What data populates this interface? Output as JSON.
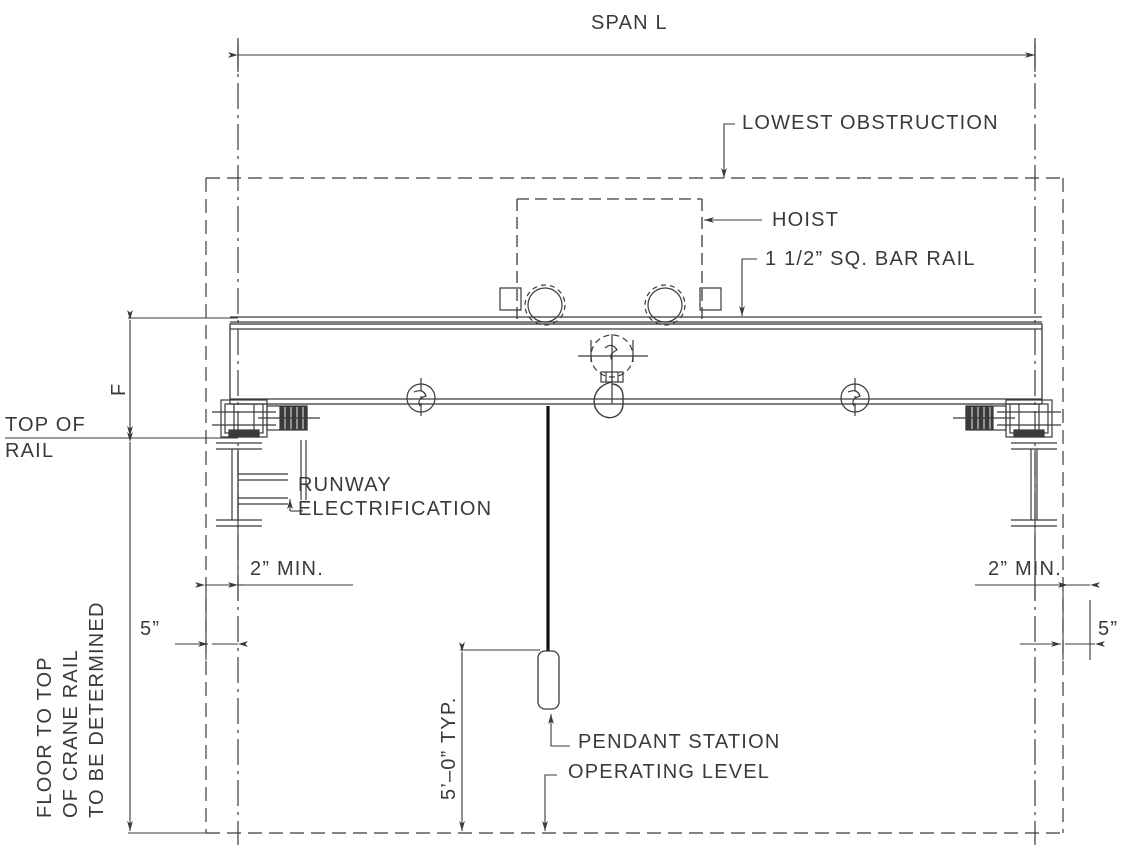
{
  "drawing": {
    "title": "Overhead Bridge Crane - Elevation",
    "type": "technical-drawing",
    "line_color": "#3a3a3a",
    "background_color": "#ffffff"
  },
  "labels": {
    "span": "SPAN L",
    "lowest_obstruction": "LOWEST OBSTRUCTION",
    "hoist": "HOIST",
    "bar_rail": "1 1/2” SQ. BAR RAIL",
    "top_of_rail_line1": "TOP  OF",
    "top_of_rail_line2": "RAIL",
    "dim_f": "F",
    "runway_line1": "RUNWAY",
    "runway_line2": "ELECTRIFICATION",
    "two_in_min_left": "2”  MIN.",
    "two_in_min_right": "2”  MIN.",
    "five_in_left": "5”",
    "five_in_right": "5”",
    "floor_to_top_line1": "FLOOR TO TOP",
    "floor_to_top_line2": "OF CRANE RAIL",
    "floor_to_top_line3": "TO BE DETERMINED",
    "pendant_height": "5’–0” TYP.",
    "pendant_station": "PENDANT STATION",
    "operating_level": "OPERATING LEVEL"
  },
  "dimensions": {
    "span_label": "SPAN L",
    "hook_approach": "2”  MIN.",
    "rail_edge": "5”",
    "pendant_drop": "5’–0” TYP.",
    "headroom": "F",
    "floor_to_rail": "TO BE DETERMINED",
    "rail_size": "1 1/2” SQ. BAR RAIL"
  },
  "components": [
    {
      "name": "hoist",
      "label": "HOIST"
    },
    {
      "name": "bridge-girder",
      "label": ""
    },
    {
      "name": "end-truck-left",
      "label": ""
    },
    {
      "name": "end-truck-right",
      "label": ""
    },
    {
      "name": "runway-beam-left",
      "label": ""
    },
    {
      "name": "runway-beam-right",
      "label": ""
    },
    {
      "name": "runway-electrification",
      "label": "RUNWAY ELECTRIFICATION"
    },
    {
      "name": "pendant-station",
      "label": "PENDANT STATION"
    },
    {
      "name": "load-hook",
      "label": ""
    },
    {
      "name": "bar-rail",
      "label": "1 1/2” SQ. BAR RAIL"
    },
    {
      "name": "lowest-obstruction",
      "label": "LOWEST OBSTRUCTION"
    },
    {
      "name": "operating-level",
      "label": "OPERATING LEVEL"
    }
  ]
}
